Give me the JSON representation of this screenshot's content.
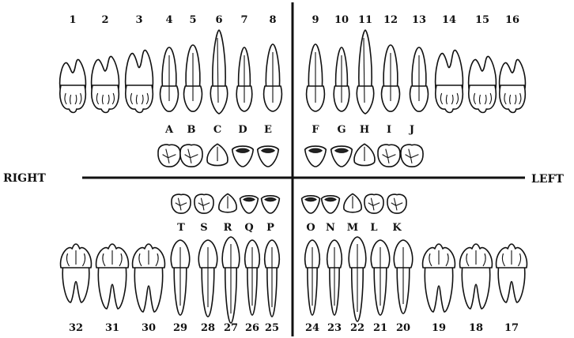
{
  "side_labels": {
    "right": "RIGHT",
    "left": "LEFT"
  },
  "permanent_upper": [
    "1",
    "2",
    "3",
    "4",
    "5",
    "6",
    "7",
    "8",
    "9",
    "10",
    "11",
    "12",
    "13",
    "14",
    "15",
    "16"
  ],
  "primary_upper": [
    "A",
    "B",
    "C",
    "D",
    "E",
    "F",
    "G",
    "H",
    "I",
    "J"
  ],
  "primary_lower": [
    "T",
    "S",
    "R",
    "Q",
    "P",
    "O",
    "N",
    "M",
    "L",
    "K"
  ],
  "permanent_lower": [
    "32",
    "31",
    "30",
    "29",
    "28",
    "27",
    "26",
    "25",
    "24",
    "23",
    "22",
    "21",
    "20",
    "19",
    "18",
    "17"
  ]
}
